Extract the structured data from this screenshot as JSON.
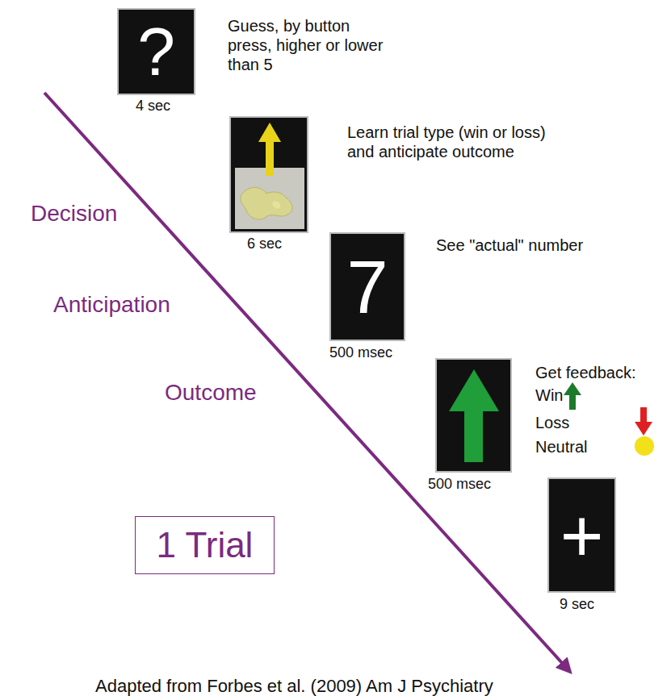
{
  "diagram": {
    "caption": "Adapted from Forbes et al. (2009) Am J Psychiatry",
    "nodes": [
      {
        "text": [
          "?"
        ]
      },
      {
        "text": [
          "7"
        ]
      },
      {
        "text": [
          "+"
        ]
      },
      {
        "text": [
          "1 Trial"
        ]
      }
    ],
    "labels": [
      "Guess, by button press, higher or lower than 5",
      "4 sec",
      "Learn trial type (win or loss) and anticipate outcome",
      "6 sec",
      "See \"actual\" number",
      "500 msec",
      "Get feedback:",
      "500 msec",
      "9 sec",
      "Decision",
      "Anticipation",
      "Outcome"
    ],
    "legend": [
      {
        "text": "Win"
      },
      {
        "text": "Loss"
      },
      {
        "text": "Neutral"
      }
    ]
  }
}
